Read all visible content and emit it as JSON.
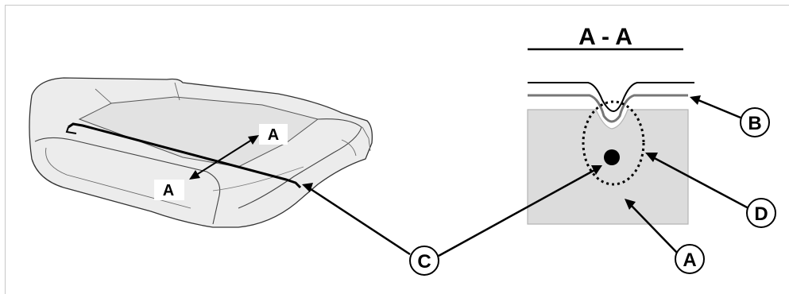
{
  "section_title": "A - A",
  "seat_labels": {
    "upper": "A",
    "lower": "A"
  },
  "callouts": {
    "b": "B",
    "d": "D",
    "a": "A",
    "c": "C"
  },
  "colors": {
    "line": "#000000",
    "seat_fill": "#e6e6e6",
    "foam_fill": "#dcdcdc",
    "frame": "#c8c8c8"
  }
}
